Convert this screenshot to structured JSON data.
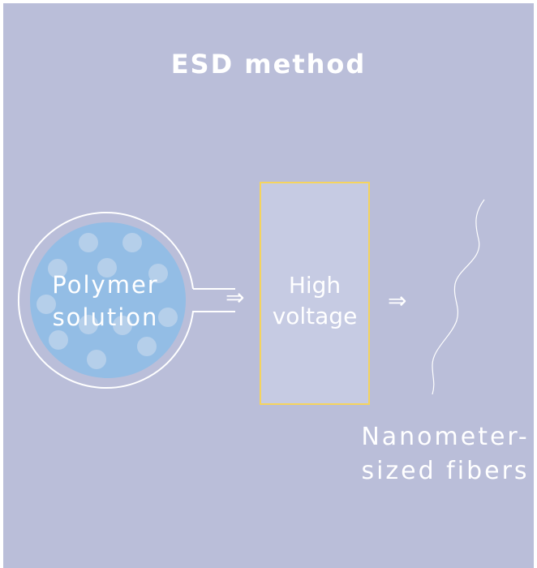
{
  "title": "ESD method",
  "colors": {
    "background": "#babed9",
    "solution_fill": "#93bde5",
    "bubble_fill": "#b5cfea",
    "box_fill": "#c6cbe3",
    "box_border": "#f5d45e",
    "line": "#ffffff",
    "text": "#ffffff"
  },
  "steps": [
    {
      "label_line1": "Polymer",
      "label_line2": "solution",
      "icon": "polymer-solution-container"
    },
    {
      "label_line1": "High",
      "label_line2": "voltage",
      "icon": "high-voltage-box"
    },
    {
      "label_line1": "Nanometer-",
      "label_line2": "sized fibers",
      "icon": "fiber-strand"
    }
  ],
  "arrows": [
    "⇒",
    "⇒"
  ]
}
